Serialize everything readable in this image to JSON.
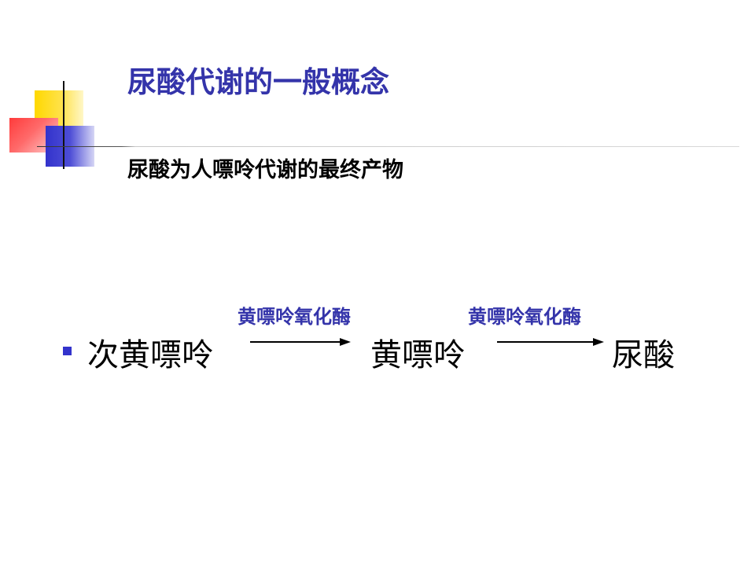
{
  "slide": {
    "title": "尿酸代谢的一般概念",
    "subtitle": "尿酸为人嘌呤代谢的最终产物"
  },
  "pathway": {
    "steps": [
      "次黄嘌呤",
      "黄嘌呤",
      "尿酸"
    ],
    "enzymes": [
      "黄嘌呤氧化酶",
      "黄嘌呤氧化酶"
    ]
  },
  "colors": {
    "title": "#3434aa",
    "enzyme": "#3434aa",
    "bullet": "#3333cc",
    "accent_yellow": "#ffd800",
    "accent_red": "#ff3b3b",
    "accent_blue": "#3333cc"
  },
  "icons": [
    "bullet-square-icon",
    "arrow-right-icon"
  ]
}
